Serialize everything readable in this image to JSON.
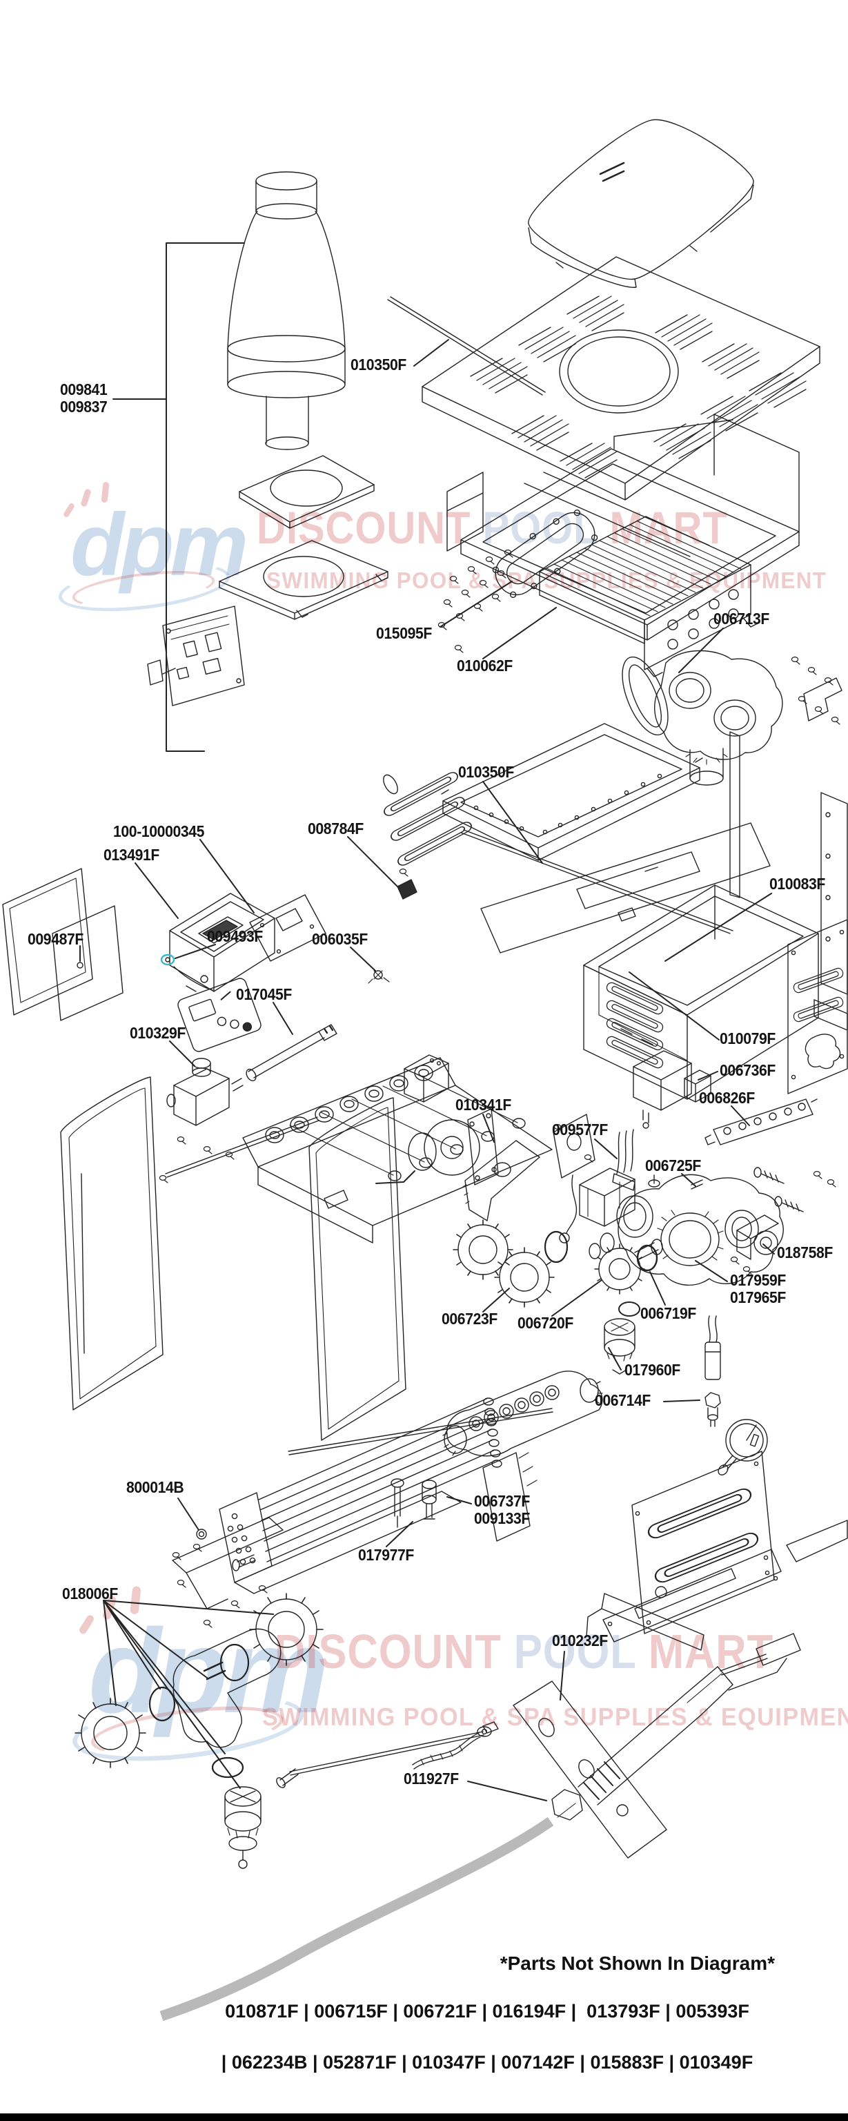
{
  "watermark": {
    "logo_text": "dpm",
    "logo_p": "p",
    "title_words": [
      "DISCOUNT",
      "POOL",
      "MART"
    ],
    "subtitle": "SWIMMING POOL & SPA SUPPLIES & EQUIPMENT",
    "red": "#c44646",
    "blue": "#7894bc"
  },
  "diagram": {
    "labels": [
      {
        "id": "009841-009837",
        "text": "009841\n009837"
      },
      {
        "id": "010350F-top",
        "text": "010350F"
      },
      {
        "id": "015095F",
        "text": "015095F"
      },
      {
        "id": "006713F",
        "text": "006713F"
      },
      {
        "id": "010062F",
        "text": "010062F"
      },
      {
        "id": "010350F-mid",
        "text": "010350F"
      },
      {
        "id": "008784F",
        "text": "008784F"
      },
      {
        "id": "100-10000345",
        "text": "100-10000345"
      },
      {
        "id": "013491F",
        "text": "013491F"
      },
      {
        "id": "010083F",
        "text": "010083F"
      },
      {
        "id": "009487F",
        "text": "009487F"
      },
      {
        "id": "009493F",
        "text": "009493F"
      },
      {
        "id": "006035F",
        "text": "006035F"
      },
      {
        "id": "017045F",
        "text": "017045F"
      },
      {
        "id": "010329F",
        "text": "010329F"
      },
      {
        "id": "010079F",
        "text": "010079F"
      },
      {
        "id": "006736F",
        "text": "006736F"
      },
      {
        "id": "006826F",
        "text": "006826F"
      },
      {
        "id": "010341F",
        "text": "010341F"
      },
      {
        "id": "009577F",
        "text": "009577F"
      },
      {
        "id": "006725F",
        "text": "006725F"
      },
      {
        "id": "018758F",
        "text": "018758F"
      },
      {
        "id": "017959F-017965F",
        "text": "017959F\n017965F"
      },
      {
        "id": "006719F",
        "text": "006719F"
      },
      {
        "id": "006723F",
        "text": "006723F"
      },
      {
        "id": "006720F",
        "text": "006720F"
      },
      {
        "id": "017960F",
        "text": "017960F"
      },
      {
        "id": "006714F",
        "text": "006714F"
      },
      {
        "id": "800014B",
        "text": "800014B"
      },
      {
        "id": "006737F-009133F",
        "text": "006737F\n009133F"
      },
      {
        "id": "017977F",
        "text": "017977F"
      },
      {
        "id": "018006F",
        "text": "018006F"
      },
      {
        "id": "010232F",
        "text": "010232F"
      },
      {
        "id": "011927F",
        "text": "011927F"
      }
    ]
  },
  "footer": {
    "heading": "*Parts Not Shown In Diagram*",
    "line1": "010871F | 006715F | 006721F | 016194F |  013793F | 005393F",
    "line2": "| 062234B | 052871F | 010347F | 007142F | 015883F | 010349F"
  }
}
